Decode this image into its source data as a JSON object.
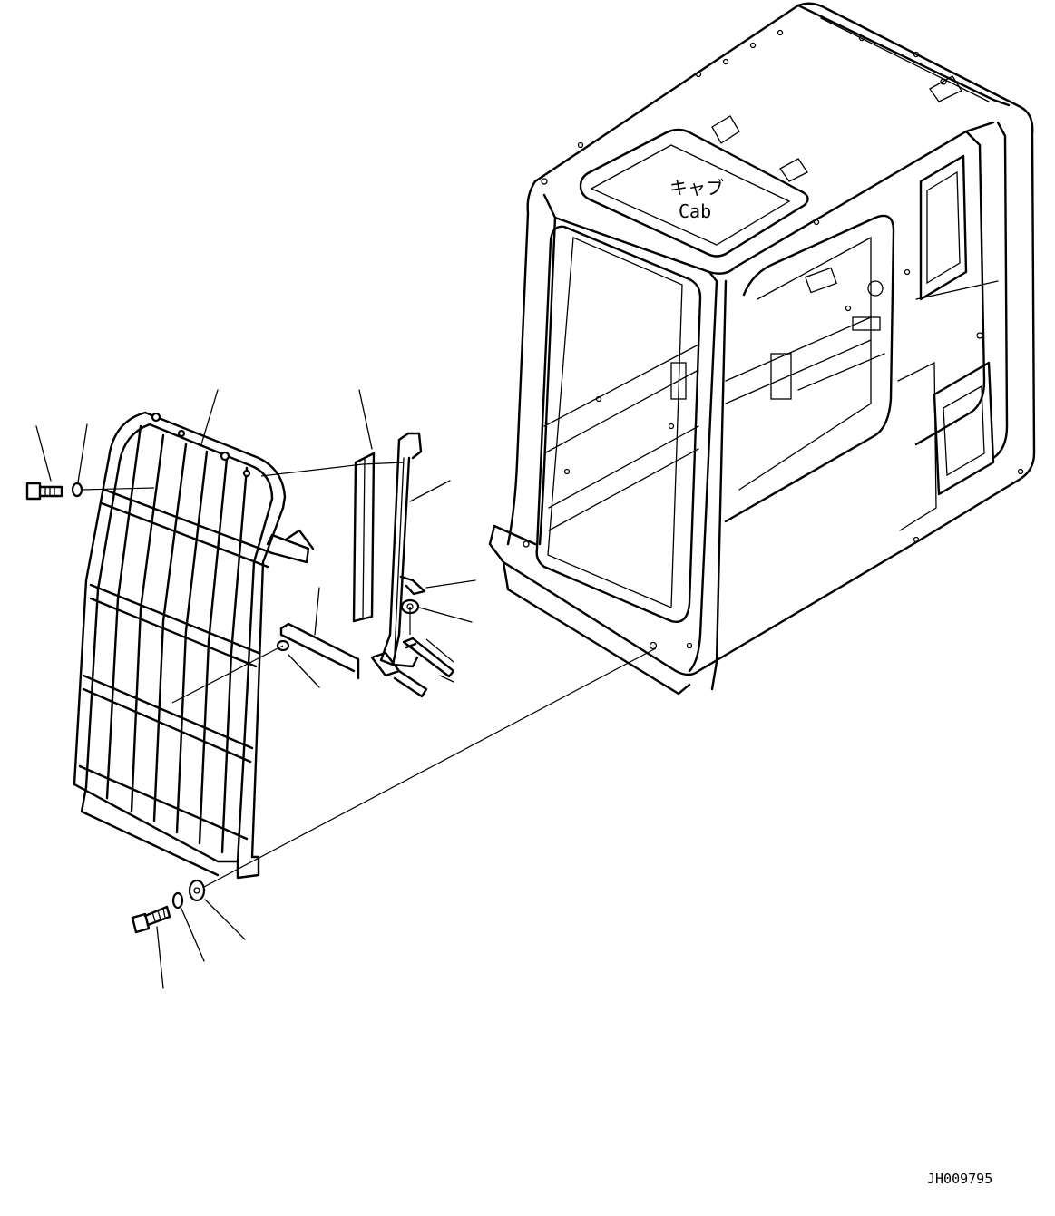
{
  "diagram": {
    "cab_label_jp": "キャブ",
    "cab_label_en": "Cab",
    "drawing_number": "JH009795"
  },
  "colors": {
    "line": "#000000",
    "background": "#ffffff"
  }
}
